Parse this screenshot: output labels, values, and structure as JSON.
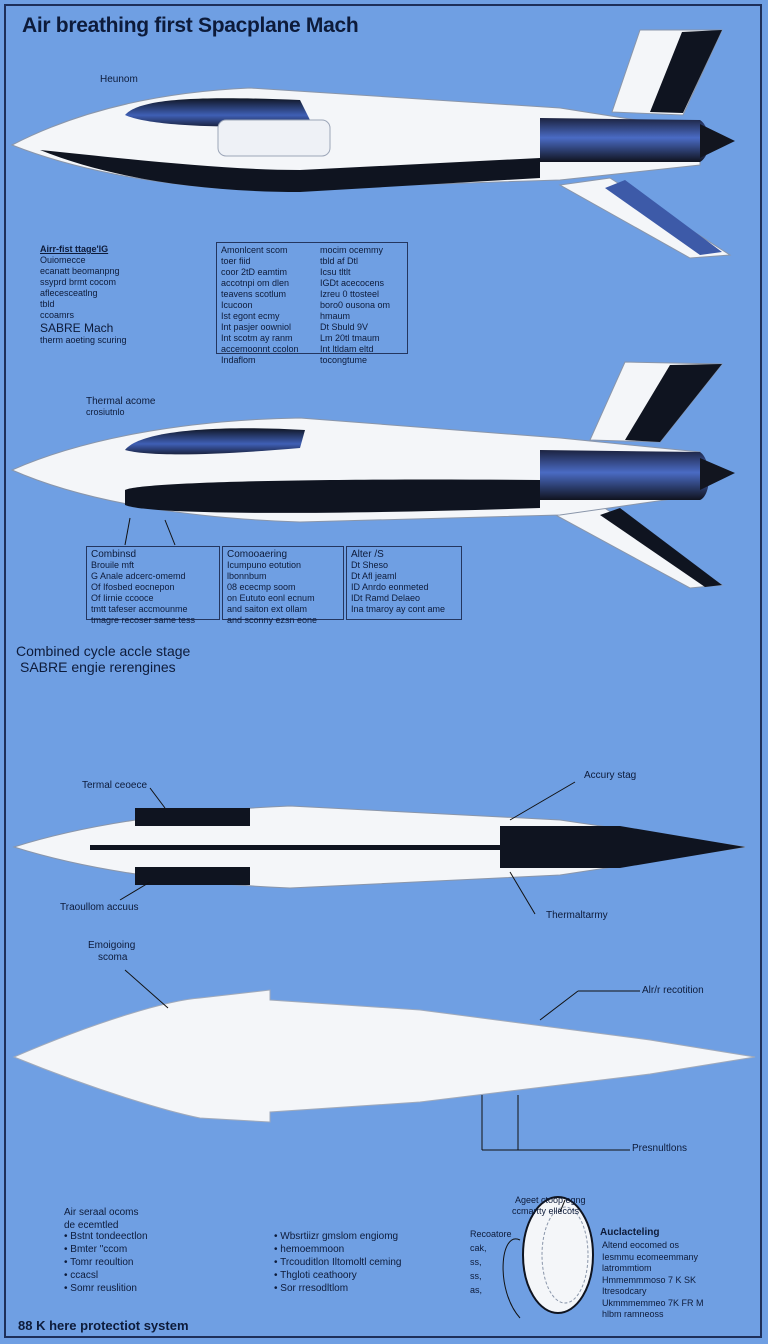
{
  "title": "Air breathing first Spacplane Mach",
  "footer": "88 K here protectiot system",
  "craft1": {
    "label_top": "Heunom",
    "box_left": [
      "Airr-fist ttage'lG",
      "Ouiomecce",
      "ecanatt beomanpng",
      "ssyprd brmt cocom",
      "aflecesceatlng",
      "tbld",
      "ccoamrs",
      "SABRE Mach",
      "therm aoeting scuring"
    ],
    "box_mid_a": [
      "Amonlcent scom",
      "toer fiid",
      "coor 2tD eamtim",
      "accotnpi om dlen",
      "teavens scotlum",
      "Icucoon",
      "Ist egont ecmy",
      "Int pasjer oowniol",
      "Int scotm ay ranm",
      "accemoonnt ccolon",
      "Indaflom"
    ],
    "box_mid_b": [
      "mocim ocemmy",
      "tbld af Dtl",
      "Icsu tltlt",
      "IGDt acecocens",
      "Izreu 0 ttosteel",
      "boro0 ousona om",
      "hmaum",
      "Dt Sbuld 9V",
      "Lm 20tl tmaum",
      "Int ltldam eltd",
      "tocongtume"
    ]
  },
  "craft2": {
    "label_thermal": "Thermal acome",
    "label_thermal2": "crosiutnlo",
    "box_a": [
      "Combinsd",
      "Brouile mft",
      "G Anale adcerc-omemd",
      "Of Ifosbed eocnepon",
      "Of Iirnie ccooce",
      "tmtt tafeser accmounme",
      "tmagre recoser same tess"
    ],
    "box_b": [
      "Comooaering",
      "Icumpuno eotution",
      "lbonnbum",
      "08 ececmp soom",
      "on Eututo eonl ecnum",
      "and saiton ext ollam",
      "and sconny ezsn eone"
    ],
    "box_c": [
      "Alter /S",
      "Dt Sheso",
      "Dt Afl jeaml",
      "ID Anrdo eonmeted",
      "IDt Ramd Delaeo",
      "Ina tmaroy ay cont ame"
    ],
    "caption_1": "Combined cycle accle stage",
    "caption_2": "SABRE engie rerengines"
  },
  "craft3": {
    "label_thermal": "Termal ceoece",
    "label_accury": "Accury stag",
    "label_transl": "Traoullom accuus",
    "label_thermo": "Thermaltarmy"
  },
  "craft4": {
    "label_emo1": "Emoigoing",
    "label_emo2": "scoma",
    "label_air": "Alr/r recotition",
    "label_pres": "Presnultlons"
  },
  "bottom": {
    "left_head": [
      "Air seraal ocoms",
      "de ecemtled"
    ],
    "left_items": [
      "Bstnt tondeectlon",
      "Bmter \"ccom",
      "Tomr reoultion",
      "ccacsl",
      "Somr reuslition"
    ],
    "mid_items": [
      "Wbsrtiizr gmslom engiomg",
      "hemoemmoon",
      "Trcouditlon Iltomoltl ceming",
      "Thgloti ceathoory",
      "Sor rresodltlom"
    ],
    "cone_label_1": "Ageet ctoop egng",
    "cone_label_2": "ccmartty ellecots",
    "left_small": [
      "Recoatore",
      "cak,",
      "ss,",
      "ss,",
      "as,"
    ],
    "right_head": "Auclacteling",
    "right_items": [
      "Altend eocomed os",
      "Iesmmu ecomeemmany",
      "latrommtiom",
      "Hmmemmmoso 7 K SK",
      "Itresodcary",
      "Ukmmmemmeo 7K FR M",
      "hlbm ramneoss"
    ]
  },
  "colors": {
    "background": "#6f9fe3",
    "fuselage": "#f4f6f9",
    "dark": "#0f1420",
    "accent_blue": "#3d5aa8",
    "ink": "#0d1b3a"
  }
}
